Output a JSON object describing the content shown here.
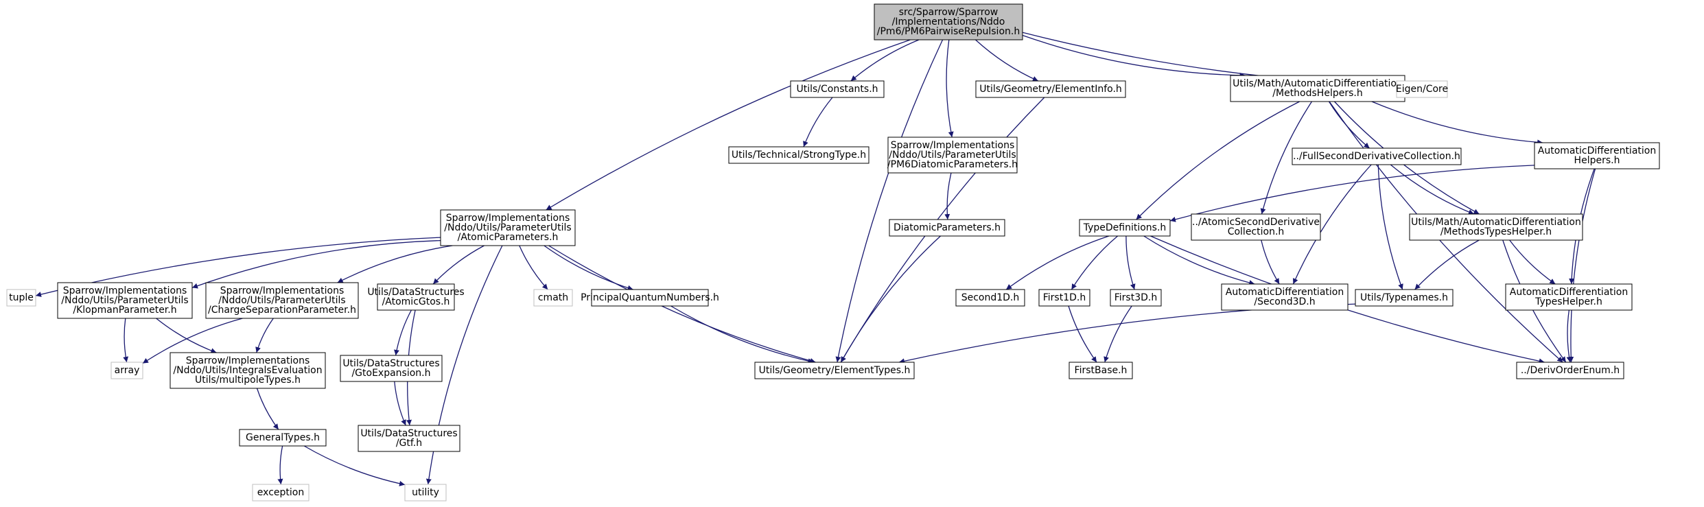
{
  "colors": {
    "edge": "#191970",
    "node_border": "#000000",
    "root_fill": "#bfbfbf",
    "node_fill": "#ffffff",
    "sys_border": "#bfbfbf"
  },
  "nodes": [
    {
      "id": "root",
      "lines": [
        "src/Sparrow/Sparrow",
        "/Implementations/Nddo",
        "/Pm6/PM6PairwiseRepulsion.h"
      ],
      "style": "root"
    },
    {
      "id": "atomic_params",
      "lines": [
        "Sparrow/Implementations",
        "/Nddo/Utils/ParameterUtils",
        "/AtomicParameters.h"
      ],
      "style": "header"
    },
    {
      "id": "constants",
      "lines": [
        "Utils/Constants.h"
      ],
      "style": "header"
    },
    {
      "id": "strongtype",
      "lines": [
        "Utils/Technical/StrongType.h"
      ],
      "style": "header"
    },
    {
      "id": "pm6diatomic",
      "lines": [
        "Sparrow/Implementations",
        "/Nddo/Utils/ParameterUtils",
        "/PM6DiatomicParameters.h"
      ],
      "style": "header"
    },
    {
      "id": "diatomic",
      "lines": [
        "DiatomicParameters.h"
      ],
      "style": "header"
    },
    {
      "id": "elementinfo",
      "lines": [
        "Utils/Geometry/ElementInfo.h"
      ],
      "style": "header"
    },
    {
      "id": "methodshelpers",
      "lines": [
        "Utils/Math/AutomaticDifferentiation",
        "/MethodsHelpers.h"
      ],
      "style": "header"
    },
    {
      "id": "eigen",
      "lines": [
        "Eigen/Core"
      ],
      "style": "system"
    },
    {
      "id": "tuple",
      "lines": [
        "tuple"
      ],
      "style": "system"
    },
    {
      "id": "klopman",
      "lines": [
        "Sparrow/Implementations",
        "/Nddo/Utils/ParameterUtils",
        "/KlopmanParameter.h"
      ],
      "style": "header"
    },
    {
      "id": "chargesep",
      "lines": [
        "Sparrow/Implementations",
        "/Nddo/Utils/ParameterUtils",
        "/ChargeSeparationParameter.h"
      ],
      "style": "header"
    },
    {
      "id": "array",
      "lines": [
        "array"
      ],
      "style": "system"
    },
    {
      "id": "multipole",
      "lines": [
        "Sparrow/Implementations",
        "/Nddo/Utils/IntegralsEvaluation",
        "Utils/multipoleTypes.h"
      ],
      "style": "header"
    },
    {
      "id": "generaltypes",
      "lines": [
        "GeneralTypes.h"
      ],
      "style": "header"
    },
    {
      "id": "exception",
      "lines": [
        "exception"
      ],
      "style": "system"
    },
    {
      "id": "utility",
      "lines": [
        "utility"
      ],
      "style": "system"
    },
    {
      "id": "atomicgtos",
      "lines": [
        "Utils/DataStructures",
        "/AtomicGtos.h"
      ],
      "style": "header"
    },
    {
      "id": "gtoexp",
      "lines": [
        "Utils/DataStructures",
        "/GtoExpansion.h"
      ],
      "style": "header"
    },
    {
      "id": "gtf",
      "lines": [
        "Utils/DataStructures",
        "/Gtf.h"
      ],
      "style": "header"
    },
    {
      "id": "cmath",
      "lines": [
        "cmath"
      ],
      "style": "system"
    },
    {
      "id": "pqn",
      "lines": [
        "PrincipalQuantumNumbers.h"
      ],
      "style": "header"
    },
    {
      "id": "elementtypes",
      "lines": [
        "Utils/Geometry/ElementTypes.h"
      ],
      "style": "header"
    },
    {
      "id": "typedefs",
      "lines": [
        "TypeDefinitions.h"
      ],
      "style": "header"
    },
    {
      "id": "second1d",
      "lines": [
        "Second1D.h"
      ],
      "style": "header"
    },
    {
      "id": "first1d",
      "lines": [
        "First1D.h"
      ],
      "style": "header"
    },
    {
      "id": "first3d",
      "lines": [
        "First3D.h"
      ],
      "style": "header"
    },
    {
      "id": "firstbase",
      "lines": [
        "FirstBase.h"
      ],
      "style": "header"
    },
    {
      "id": "fullsecond",
      "lines": [
        "../FullSecondDerivativeCollection.h"
      ],
      "style": "header"
    },
    {
      "id": "atomicsecond",
      "lines": [
        "../AtomicSecondDerivative",
        "Collection.h"
      ],
      "style": "header"
    },
    {
      "id": "second3d",
      "lines": [
        "AutomaticDifferentiation",
        "/Second3D.h"
      ],
      "style": "header"
    },
    {
      "id": "methodstypes",
      "lines": [
        "Utils/Math/AutomaticDifferentiation",
        "/MethodsTypesHelper.h"
      ],
      "style": "header"
    },
    {
      "id": "typenames",
      "lines": [
        "Utils/Typenames.h"
      ],
      "style": "header"
    },
    {
      "id": "adhelpers",
      "lines": [
        "AutomaticDifferentiation",
        "Helpers.h"
      ],
      "style": "header"
    },
    {
      "id": "typeshelper",
      "lines": [
        "AutomaticDifferentiation",
        "TypesHelper.h"
      ],
      "style": "header"
    },
    {
      "id": "derivorder",
      "lines": [
        "../DerivOrderEnum.h"
      ],
      "style": "header"
    }
  ],
  "edges": [
    [
      "root",
      "atomic_params"
    ],
    [
      "root",
      "elementtypes"
    ],
    [
      "root",
      "constants"
    ],
    [
      "root",
      "pm6diatomic"
    ],
    [
      "root",
      "elementinfo"
    ],
    [
      "root",
      "methodshelpers"
    ],
    [
      "root",
      "eigen"
    ],
    [
      "constants",
      "strongtype"
    ],
    [
      "pm6diatomic",
      "diatomic"
    ],
    [
      "diatomic",
      "elementtypes"
    ],
    [
      "elementinfo",
      "elementtypes"
    ],
    [
      "atomic_params",
      "tuple"
    ],
    [
      "atomic_params",
      "klopman"
    ],
    [
      "atomic_params",
      "chargesep"
    ],
    [
      "atomic_params",
      "atomicgtos"
    ],
    [
      "atomic_params",
      "utility"
    ],
    [
      "atomic_params",
      "cmath"
    ],
    [
      "atomic_params",
      "pqn"
    ],
    [
      "atomic_params",
      "elementtypes"
    ],
    [
      "klopman",
      "array"
    ],
    [
      "klopman",
      "multipole"
    ],
    [
      "chargesep",
      "array"
    ],
    [
      "chargesep",
      "multipole"
    ],
    [
      "multipole",
      "generaltypes"
    ],
    [
      "generaltypes",
      "exception"
    ],
    [
      "generaltypes",
      "utility"
    ],
    [
      "atomicgtos",
      "gtoexp"
    ],
    [
      "atomicgtos",
      "gtf"
    ],
    [
      "gtoexp",
      "gtf"
    ],
    [
      "pqn",
      "elementtypes"
    ],
    [
      "methodshelpers",
      "typedefs"
    ],
    [
      "methodshelpers",
      "atomicsecond"
    ],
    [
      "methodshelpers",
      "fullsecond"
    ],
    [
      "methodshelpers",
      "methodstypes"
    ],
    [
      "methodshelpers",
      "adhelpers"
    ],
    [
      "methodshelpers",
      "derivorder"
    ],
    [
      "typedefs",
      "second1d"
    ],
    [
      "typedefs",
      "first1d"
    ],
    [
      "typedefs",
      "first3d"
    ],
    [
      "typedefs",
      "second3d"
    ],
    [
      "typedefs",
      "derivorder"
    ],
    [
      "first1d",
      "firstbase"
    ],
    [
      "first3d",
      "firstbase"
    ],
    [
      "atomicsecond",
      "second3d"
    ],
    [
      "fullsecond",
      "second3d"
    ],
    [
      "fullsecond",
      "typenames"
    ],
    [
      "fullsecond",
      "methodstypes"
    ],
    [
      "methodstypes",
      "typenames"
    ],
    [
      "methodstypes",
      "typeshelper"
    ],
    [
      "methodstypes",
      "derivorder"
    ],
    [
      "typenames",
      "elementtypes"
    ],
    [
      "adhelpers",
      "typedefs"
    ],
    [
      "adhelpers",
      "typeshelper"
    ],
    [
      "adhelpers",
      "derivorder"
    ],
    [
      "typeshelper",
      "derivorder"
    ]
  ]
}
